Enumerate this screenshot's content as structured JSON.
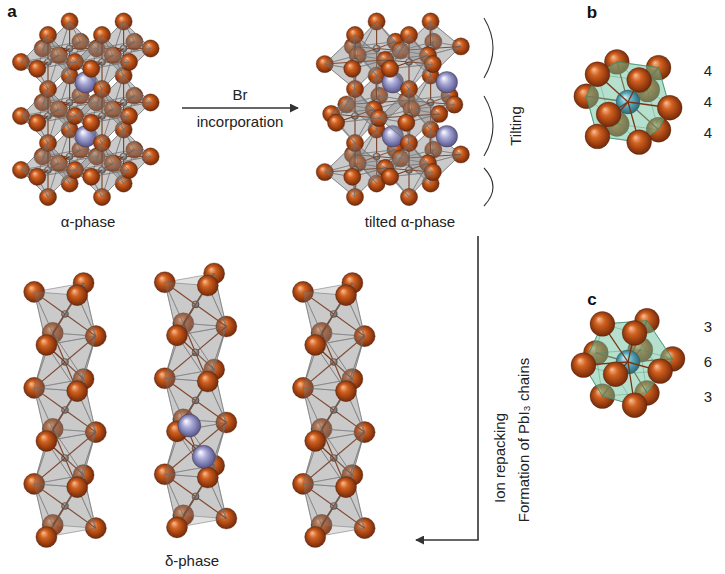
{
  "diagram": {
    "labels": [
      "a",
      "α-phase",
      "Br",
      "incorporation",
      "tilted α-phase",
      "Tilting",
      "Ion repacking",
      "Formation of PbI₃ chains",
      "δ-phase",
      "b",
      "4",
      "4",
      "4",
      "c",
      "3",
      "6",
      "3"
    ]
  }
}
